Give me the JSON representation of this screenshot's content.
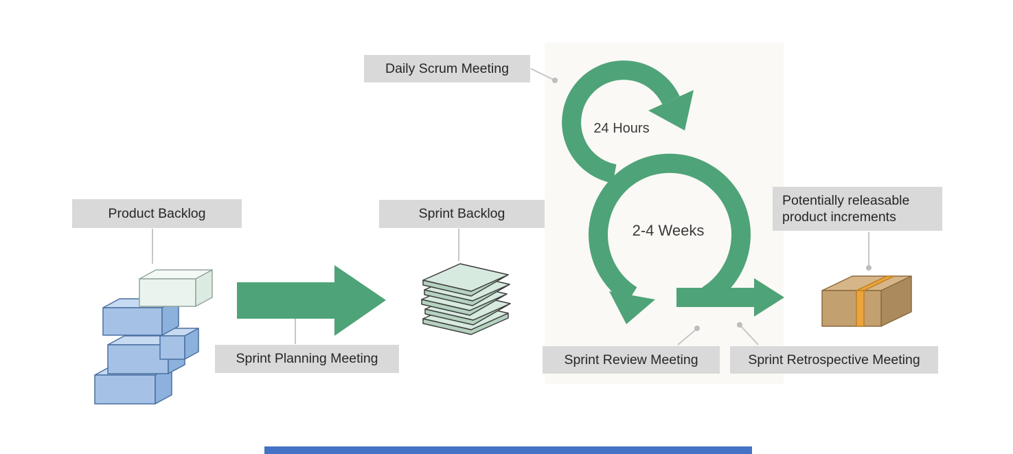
{
  "diagram": {
    "labels": {
      "product_backlog": "Product Backlog",
      "sprint_planning_meeting": "Sprint Planning Meeting",
      "sprint_backlog": "Sprint Backlog",
      "daily_scrum_meeting": "Daily Scrum Meeting",
      "sprint_review_meeting": "Sprint Review Meeting",
      "sprint_retrospective_meeting": "Sprint Retrospective Meeting",
      "potentially_releasable_line1": "Potentially releasable",
      "potentially_releasable_line2": "product increments",
      "small_loop_duration": "24 Hours",
      "large_loop_duration": "2-4 Weeks"
    },
    "colors": {
      "arrow_green": "#4FA378",
      "label_background": "#D9D9D9",
      "label_text": "#262626",
      "block_blue": "#A5C2E6",
      "block_mint": "#E9F4EE",
      "sheet_green": "#D7EADF",
      "package_tan": "#C3A06F",
      "tape_orange": "#EBA43C",
      "connector_gray": "#C6C6C6",
      "bottom_bar_blue": "#4472C4"
    },
    "icons": [
      {
        "name": "product-backlog-blocks-icon",
        "meaning": "stack of blue product backlog item blocks"
      },
      {
        "name": "sprint-backlog-sheets-icon",
        "meaning": "stack of green sprint backlog sheets"
      },
      {
        "name": "daily-scrum-loop-icon",
        "meaning": "24 hour daily scrum cycle arrow"
      },
      {
        "name": "sprint-loop-icon",
        "meaning": "2-4 week sprint cycle arrow with release arrow"
      },
      {
        "name": "package-box-icon",
        "meaning": "releasable product increment package box"
      }
    ]
  }
}
